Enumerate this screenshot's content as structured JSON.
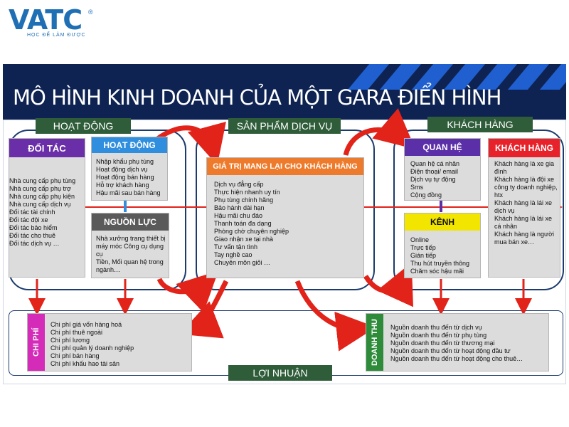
{
  "logo": {
    "brand": "VATC",
    "registered": "®",
    "tagline": "HỌC ĐỂ LÀM ĐƯỢC"
  },
  "title": "MÔ HÌNH KINH DOANH CỦA MỘT GARA ĐIỂN HÌNH",
  "sections": {
    "hoat_dong": "HOẠT ĐỘNG",
    "san_pham": "SẢN PHẨM DỊCH VỤ",
    "khach_hang": "KHÁCH HÀNG",
    "loi_nhuan": "LỢI NHUẬN"
  },
  "doi_tac": {
    "title": "ĐỐI TÁC",
    "items": [
      "Nhà cung cấp phụ tùng",
      "Nhà cung cấp phụ trợ",
      "Nhà cung cấp phụ kiện",
      "Nhà cung cấp dịch vụ",
      "Đối tác tài chính",
      "Đối tác đội xe",
      "Đối tác bảo hiểm",
      "Đối tác cho thuê",
      "Đối tác dịch vụ …"
    ]
  },
  "hoat_dong_box": {
    "title": "HOẠT ĐỘNG",
    "items": [
      "Nhập khẩu phụ tùng",
      "Hoạt động dịch vụ",
      "Hoạt động bán hàng",
      "Hỗ trợ khách hàng",
      "Hậu mãi sau bán hàng"
    ]
  },
  "nguon_luc": {
    "title": "NGUỒN LỰC",
    "items": [
      "Nhà xưởng trang thiết bị máy móc Công cụ dụng cụ",
      "Tiền, Mối quan hệ trong ngành…"
    ]
  },
  "gia_tri": {
    "title": "GIÁ TRỊ MANG LẠI CHO KHÁCH HÀNG",
    "items": [
      "Dịch vụ đẳng cấp",
      "Thực hiện nhanh uy tín",
      "Phụ tùng chính hãng",
      "Bảo hành dài hạn",
      "Hậu mãi chu đáo",
      "Thanh toán đa dạng",
      "Phòng chờ chuyên nghiệp",
      "Giao nhận xe tại nhà",
      "Tư vấn tận tình",
      "Tay nghề cao",
      "Chuyên môn giỏi …"
    ]
  },
  "quan_he": {
    "title": "QUAN HỆ",
    "items": [
      "Quan hệ cá nhân",
      "Điện thoại/ email",
      "Dịch vụ tự động",
      "Sms",
      "Cộng đồng"
    ]
  },
  "kenh": {
    "title": "KÊNH",
    "items": [
      "Online",
      "Trực tiếp",
      "Gián tiếp",
      "Thu hút truyền thông",
      "Chăm sóc hậu mãi"
    ]
  },
  "khach_hang_box": {
    "title": "KHÁCH HÀNG",
    "items": [
      "Khách hàng là xe gia đình",
      "Khách hàng là đội xe công ty doanh nghiệp, htx",
      "Khách hàng là lái xe dịch vụ",
      "Khách hàng là lái xe cá nhân",
      "Khách hàng là người mua bán xe…"
    ]
  },
  "chi_phi": {
    "title": "CHI PHÍ",
    "items": [
      "Chi phí giá vốn hàng hoá",
      "Chi phí thuê ngoài",
      "Chi phí lương",
      "Chi phí quản lý doanh nghiệp",
      "Chi phí bán hàng",
      "Chi phí khấu hao tài sản"
    ]
  },
  "doanh_thu": {
    "title": "DOANH THU",
    "items": [
      "Nguồn doanh thu đến từ dịch vụ",
      "Nguồn doanh thu đến từ phụ tùng",
      "Nguồn doanh thu đến từ thương mại",
      "Nguồn doanh thu đến từ hoạt động đầu tư",
      "Nguồn doanh thu đến từ hoạt động cho thuê…"
    ]
  },
  "colors": {
    "banner": "#0e2352",
    "doi_tac": "#6a2fa8",
    "hoat_dong": "#2f8fde",
    "nguon_luc": "#5a5a5a",
    "gia_tri": "#ee7b2c",
    "quan_he": "#5b2fa8",
    "kenh": "#f2e600",
    "khach_hang": "#e8222a",
    "chi_phi": "#d42bb9",
    "doanh_thu": "#2e8b3a",
    "arrow": "#e2231a"
  }
}
